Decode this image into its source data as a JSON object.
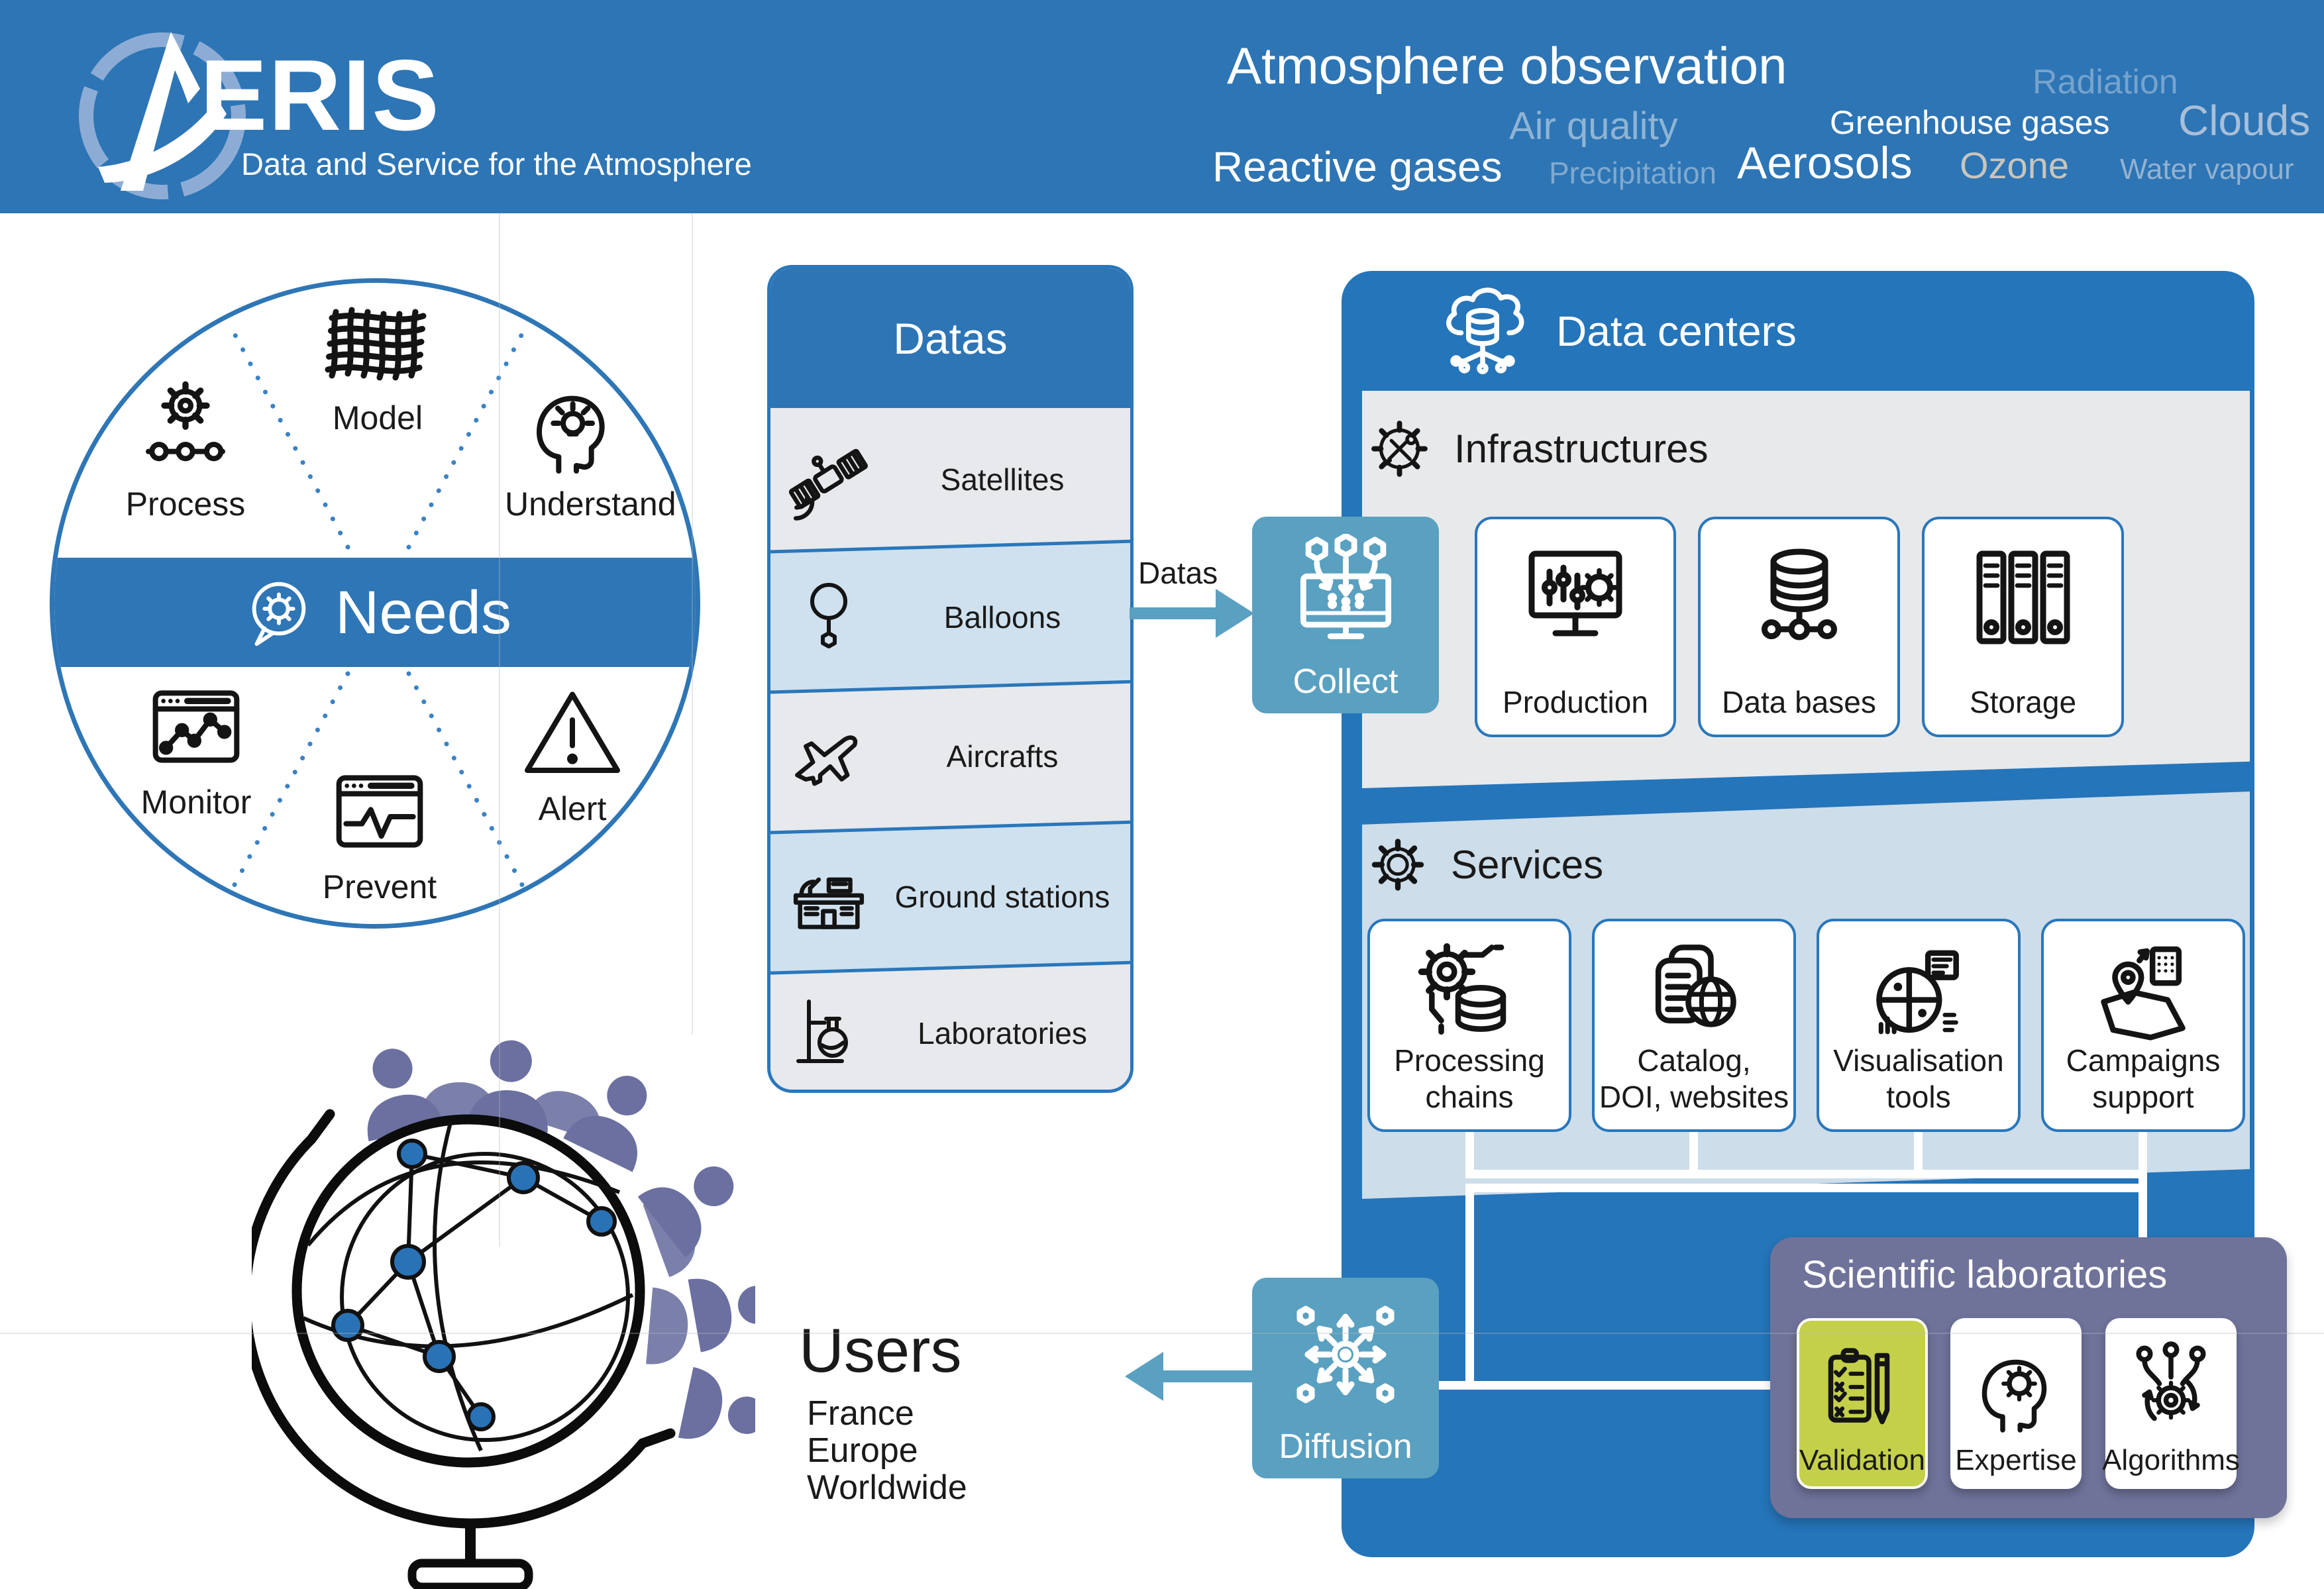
{
  "header": {
    "logo_text": "ERIS",
    "tagline": "Data and Service for the Atmosphere",
    "wordcloud": [
      {
        "text": "Atmosphere observation",
        "color": "#ffffff"
      },
      {
        "text": "Radiation",
        "color": "#76a3cd"
      },
      {
        "text": "Air quality",
        "color": "#8fb4d4"
      },
      {
        "text": "Greenhouse gases",
        "color": "#ffffff"
      },
      {
        "text": "Clouds",
        "color": "#a9bfd8"
      },
      {
        "text": "Reactive gases",
        "color": "#ffffff"
      },
      {
        "text": "Precipitation",
        "color": "#7fa9ce"
      },
      {
        "text": "Aerosols",
        "color": "#ffffff"
      },
      {
        "text": "Ozone",
        "color": "#c9c5bc"
      },
      {
        "text": "Water vapour",
        "color": "#93b2d0"
      }
    ]
  },
  "needs": {
    "title": "Needs",
    "items": [
      {
        "label": "Process"
      },
      {
        "label": "Model"
      },
      {
        "label": "Understand"
      },
      {
        "label": "Monitor"
      },
      {
        "label": "Prevent"
      },
      {
        "label": "Alert"
      }
    ]
  },
  "datas": {
    "title": "Datas",
    "rows": [
      {
        "label": "Satellites"
      },
      {
        "label": "Balloons"
      },
      {
        "label": "Aircrafts"
      },
      {
        "label": "Ground stations"
      },
      {
        "label": "Laboratories"
      }
    ],
    "flow_label": "Datas"
  },
  "collect": {
    "label": "Collect"
  },
  "diffusion": {
    "label": "Diffusion"
  },
  "data_centers": {
    "title": "Data centers",
    "infrastructures": {
      "title": "Infrastructures",
      "cards": [
        {
          "label": "Production"
        },
        {
          "label": "Data bases"
        },
        {
          "label": "Storage"
        }
      ]
    },
    "services": {
      "title": "Services",
      "cards": [
        {
          "label": "Processing\nchains"
        },
        {
          "label": "Catalog,\nDOI, websites"
        },
        {
          "label": "Visualisation\ntools"
        },
        {
          "label": "Campaigns\nsupport"
        }
      ]
    },
    "laboratories": {
      "title": "Scientific laboratories",
      "cards": [
        {
          "label": "Validation",
          "highlight": true
        },
        {
          "label": "Expertise",
          "highlight": false
        },
        {
          "label": "Algorithms",
          "highlight": false
        }
      ]
    }
  },
  "users": {
    "title": "Users",
    "items": [
      {
        "label": "France"
      },
      {
        "label": "Europe"
      },
      {
        "label": "Worldwide"
      }
    ]
  },
  "colors": {
    "header_blue": "#2d75b5",
    "panel_blue": "#2575ba",
    "teal": "#5aa0c0",
    "light_gray": "#e8e9eb",
    "light_blue_rows": "#cfe1ee",
    "services_blue": "#cdddea",
    "labs_purple": "#6f7299",
    "validation_green": "#c4d04a",
    "people_purple": "#6b70a0",
    "node_blue": "#2a72b6",
    "border_blue": "#2a77bb"
  }
}
